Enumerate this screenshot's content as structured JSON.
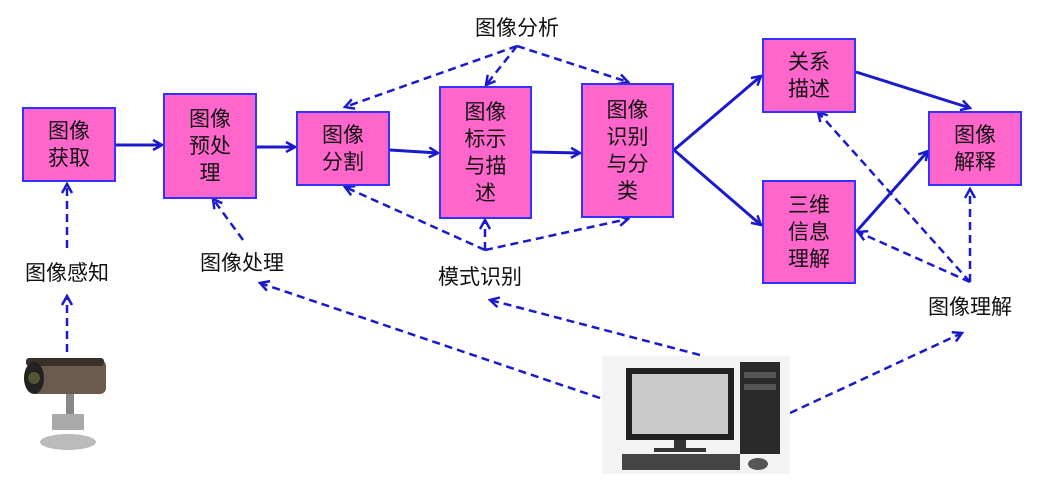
{
  "boxes": {
    "acquire": "图像\n获取",
    "preprocess": "图像\n预处\n理",
    "segment": "图像\n分割",
    "label_describe": "图像\n标示\n与描\n述",
    "recognize_classify": "图像\n识别\n与分\n类",
    "relation_describe": "关系\n描述",
    "3d_understanding": "三维\n信息\n理解",
    "interpret": "图像\n解释"
  },
  "labels": {
    "analysis": "图像分析",
    "perception": "图像感知",
    "processing": "图像处理",
    "pattern_recognition": "模式识别",
    "understanding": "图像理解"
  },
  "colors": {
    "box_fill": "#ff66cc",
    "box_border": "#3333ff",
    "arrow": "#1a1acc"
  }
}
